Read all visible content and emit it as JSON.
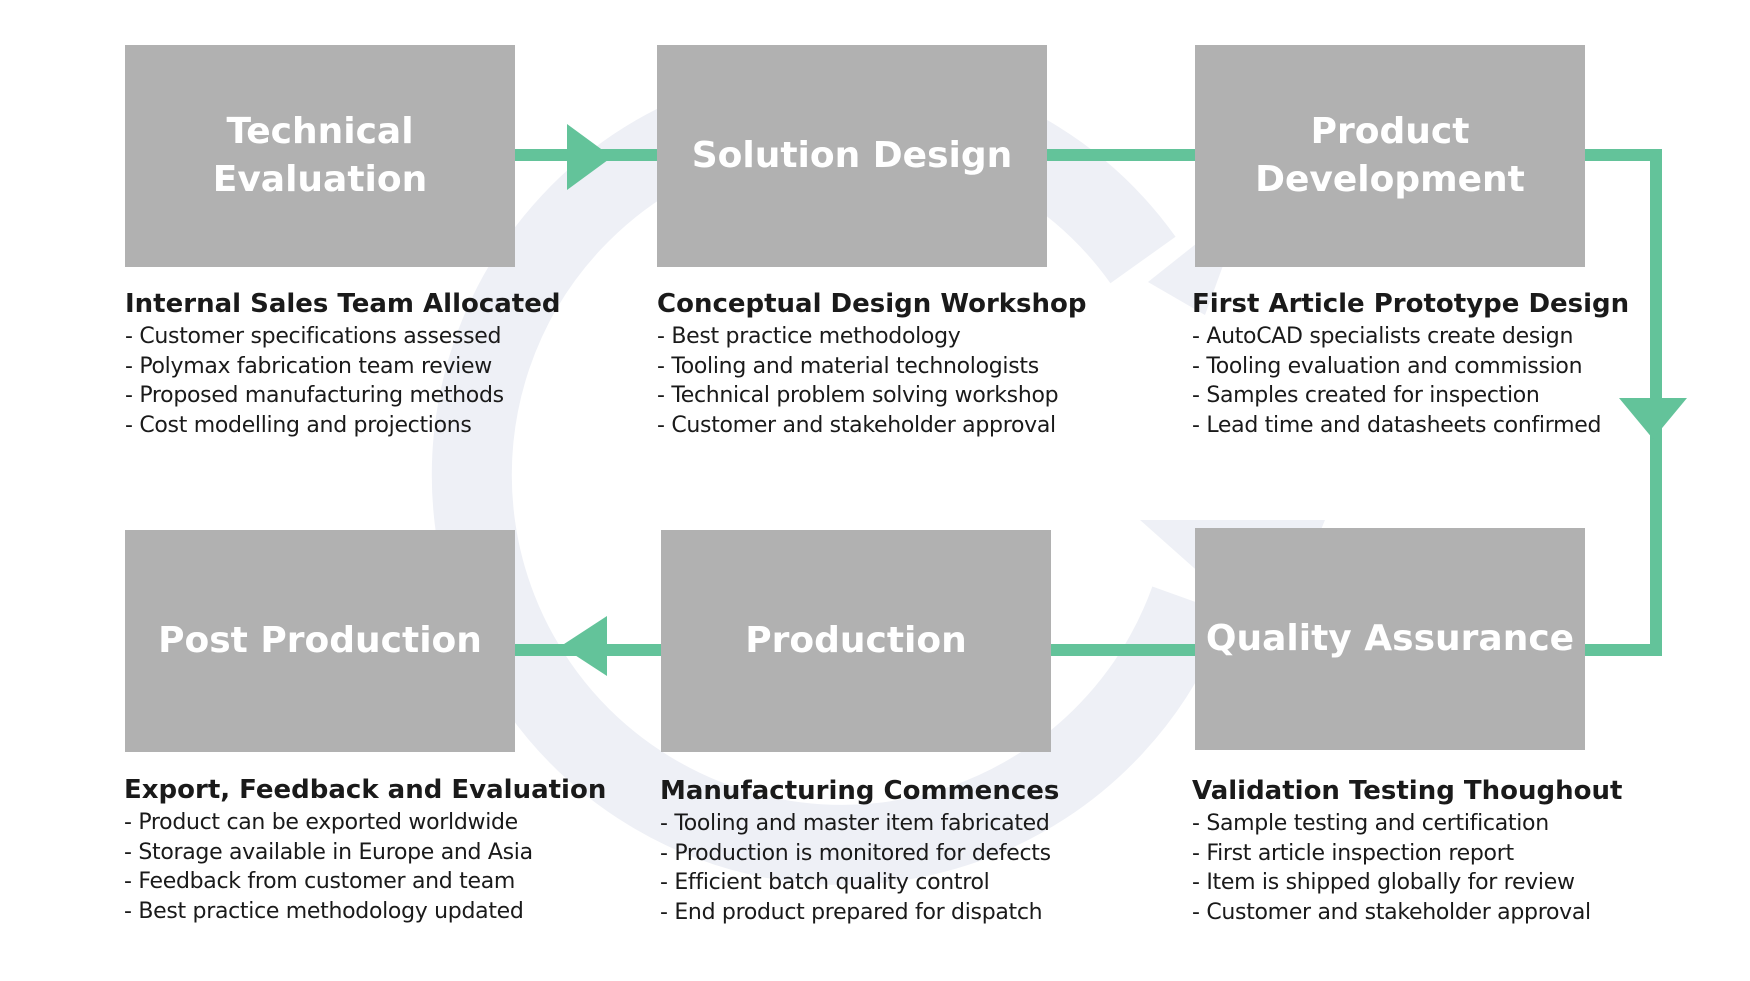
{
  "colors": {
    "box": "#b1b1b1",
    "arrow": "#63c39a",
    "cycle": "#eef0f6"
  },
  "stages": [
    {
      "id": "technical-evaluation",
      "title": "Technical\nEvaluation",
      "heading": "Internal Sales Team Allocated",
      "items": [
        "- Customer specifications assessed",
        "- Polymax fabrication team review",
        "- Proposed manufacturing methods",
        "- Cost modelling and projections"
      ]
    },
    {
      "id": "solution-design",
      "title": "Solution Design",
      "heading": "Conceptual Design Workshop",
      "items": [
        "- Best practice methodology",
        "- Tooling and material technologists",
        "- Technical problem solving workshop",
        "- Customer and stakeholder approval"
      ]
    },
    {
      "id": "product-development",
      "title": "Product\nDevelopment",
      "heading": "First Article Prototype Design",
      "items": [
        "- AutoCAD specialists create design",
        "- Tooling evaluation and commission",
        "- Samples created for inspection",
        "- Lead time and datasheets confirmed"
      ]
    },
    {
      "id": "post-production",
      "title": "Post Production",
      "heading": "Export, Feedback and Evaluation",
      "items": [
        "- Product can be exported worldwide",
        "- Storage available in Europe and Asia",
        "- Feedback from customer and team",
        "- Best practice methodology updated"
      ]
    },
    {
      "id": "production",
      "title": "Production",
      "heading": "Manufacturing Commences",
      "items": [
        "- Tooling and master item fabricated",
        "- Production is monitored for defects",
        "- Efficient batch quality control",
        "- End product prepared for dispatch"
      ]
    },
    {
      "id": "quality-assurance",
      "title": "Quality Assurance",
      "heading": "Validation Testing Thoughout",
      "items": [
        "- Sample testing and certification",
        "- First article inspection report",
        "- Item is shipped globally for review",
        "- Customer and stakeholder approval"
      ]
    }
  ]
}
